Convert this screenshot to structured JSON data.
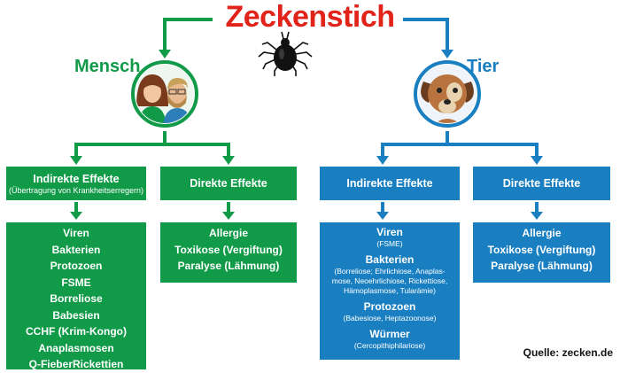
{
  "title": "Zeckenstich",
  "colors": {
    "title": "#e2231a",
    "human": "#119a48",
    "animal": "#1a7fc1"
  },
  "icons": {
    "tick": "tick-icon",
    "human": "human-couple-icon",
    "animal": "dog-icon"
  },
  "human": {
    "label": "Mensch",
    "indirect": {
      "title": "Indirekte Effekte",
      "subtitle": "(Übertragung von Krankheitserregern)",
      "items": [
        "Viren",
        "Bakterien",
        "Protozoen",
        "FSME",
        "Borreliose",
        "Babesien",
        "CCHF (Krim-Kongo)",
        "Anaplasmosen",
        "Q-FieberRickettien"
      ]
    },
    "direct": {
      "title": "Direkte Effekte",
      "items": [
        "Allergie",
        "Toxikose (Vergiftung)",
        "Paralyse (Lähmung)"
      ]
    }
  },
  "animal": {
    "label": "Tier",
    "indirect": {
      "title": "Indirekte Effekte",
      "groups": [
        {
          "title": "Viren",
          "detail": "(FSME)"
        },
        {
          "title": "Bakterien",
          "detail": "(Borreliose; Ehrlichiose, Anaplas-\nmose, Neoehrlichiose, Rickettiose,\nHämoplasmose, Tularämie)"
        },
        {
          "title": "Protozoen",
          "detail": "(Babesiose, Heptazoonose)"
        },
        {
          "title": "Würmer",
          "detail": "(Cercopithiphilariose)"
        }
      ]
    },
    "direct": {
      "title": "Direkte Effekte",
      "items": [
        "Allergie",
        "Toxikose (Vergiftung)",
        "Paralyse (Lähmung)"
      ]
    }
  },
  "source": "Quelle: zecken.de"
}
